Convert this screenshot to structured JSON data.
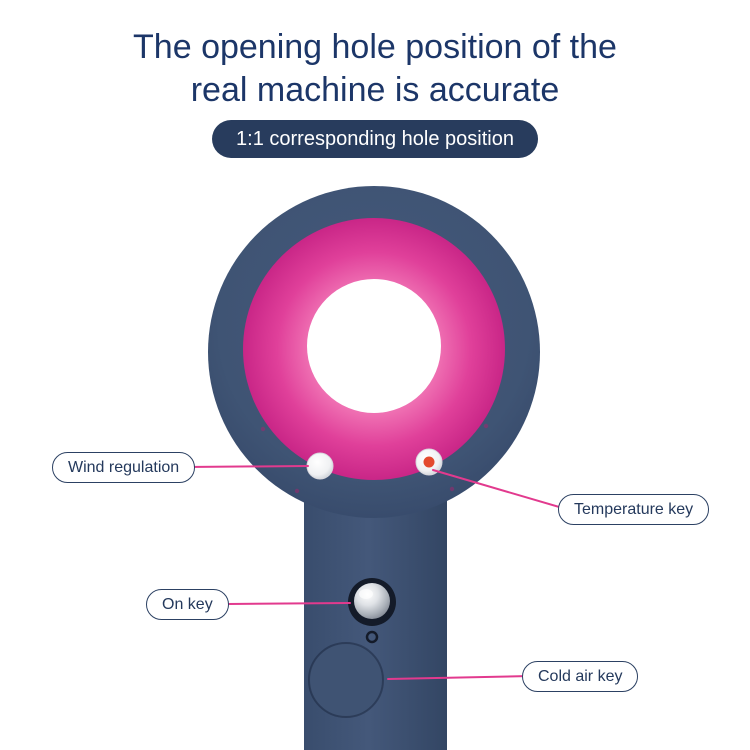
{
  "title": {
    "line1": "The opening hole position of the",
    "line2": "real machine is accurate"
  },
  "badge": {
    "label": "1:1 corresponding hole position"
  },
  "callouts": {
    "wind_regulation": {
      "label": "Wind regulation"
    },
    "temperature_key": {
      "label": "Temperature key"
    },
    "on_key": {
      "label": "On key"
    },
    "cold_air_key": {
      "label": "Cold air key"
    }
  },
  "colors": {
    "title": "#1c3668",
    "badge_bg": "#283c5d",
    "badge_text": "#ffffff",
    "body": "#3e5271",
    "pink": "#d92f8e",
    "line": "#e23a8e",
    "pill_border": "#2c4163",
    "pill_text": "#24395c",
    "temp_dot": "#e34a2e"
  }
}
